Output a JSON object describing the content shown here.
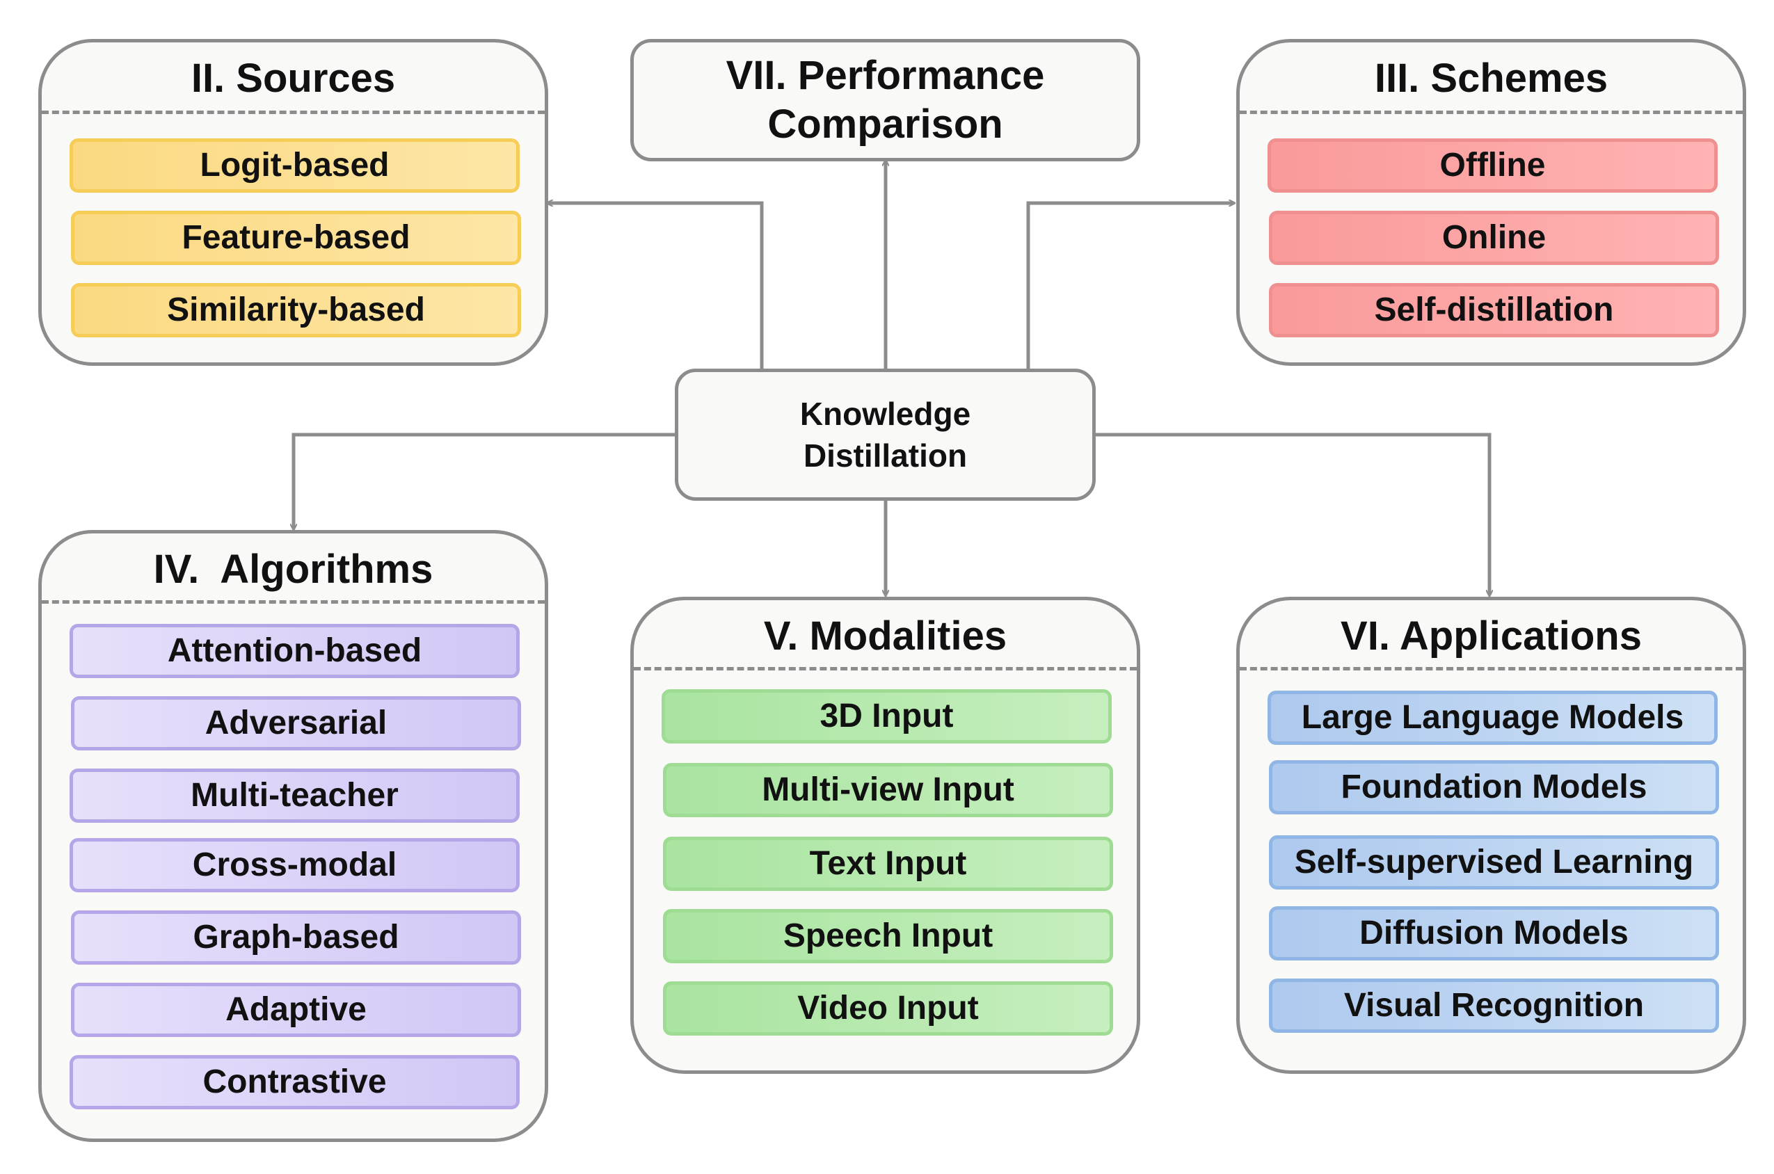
{
  "center": {
    "line1": "Knowledge",
    "line2": "Distillation"
  },
  "performance": {
    "line1": "VII. Performance",
    "line2": "Comparison"
  },
  "sources": {
    "title": "II. Sources",
    "items": [
      "Logit-based",
      "Feature-based",
      "Similarity-based"
    ]
  },
  "schemes": {
    "title": "III. Schemes",
    "items": [
      "Offline",
      "Online",
      "Self-distillation"
    ]
  },
  "algorithms": {
    "title": "IV.  Algorithms",
    "items": [
      "Attention-based",
      "Adversarial",
      "Multi-teacher",
      "Cross-modal",
      "Graph-based",
      "Adaptive",
      "Contrastive"
    ]
  },
  "modalities": {
    "title": "V. Modalities",
    "items": [
      "3D Input",
      "Multi-view Input",
      "Text Input",
      "Speech Input",
      "Video Input"
    ]
  },
  "applications": {
    "title": "VI. Applications",
    "items": [
      "Large Language Models",
      "Foundation Models",
      "Self-supervised Learning",
      "Diffusion Models",
      "Visual Recognition"
    ]
  },
  "colors": {
    "connector": "#8c8c8c",
    "sources": "#fbd981",
    "schemes": "#fa9a9a",
    "algorithms": "#d2c6f5",
    "modalities": "#a9e4a0",
    "applications": "#adc9ee"
  }
}
